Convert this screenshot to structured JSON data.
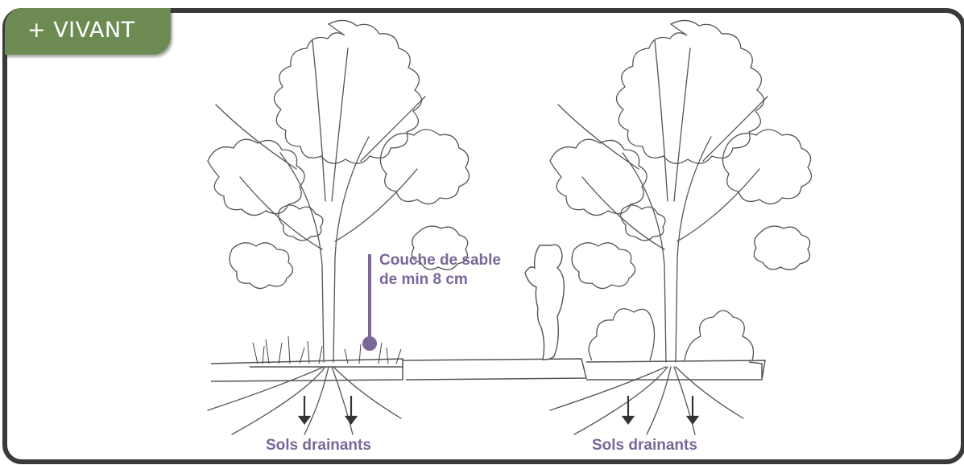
{
  "tag": {
    "text": "+ VIVANT"
  },
  "annotations": {
    "sand_layer": {
      "line1": "Couche de sable",
      "line2": "de min 8 cm"
    },
    "left_soil": "Sols drainants",
    "right_soil": "Sols drainants"
  },
  "colors": {
    "tab": "#6d8a52",
    "frame": "#3a3a3a",
    "accent": "#7a6699"
  }
}
